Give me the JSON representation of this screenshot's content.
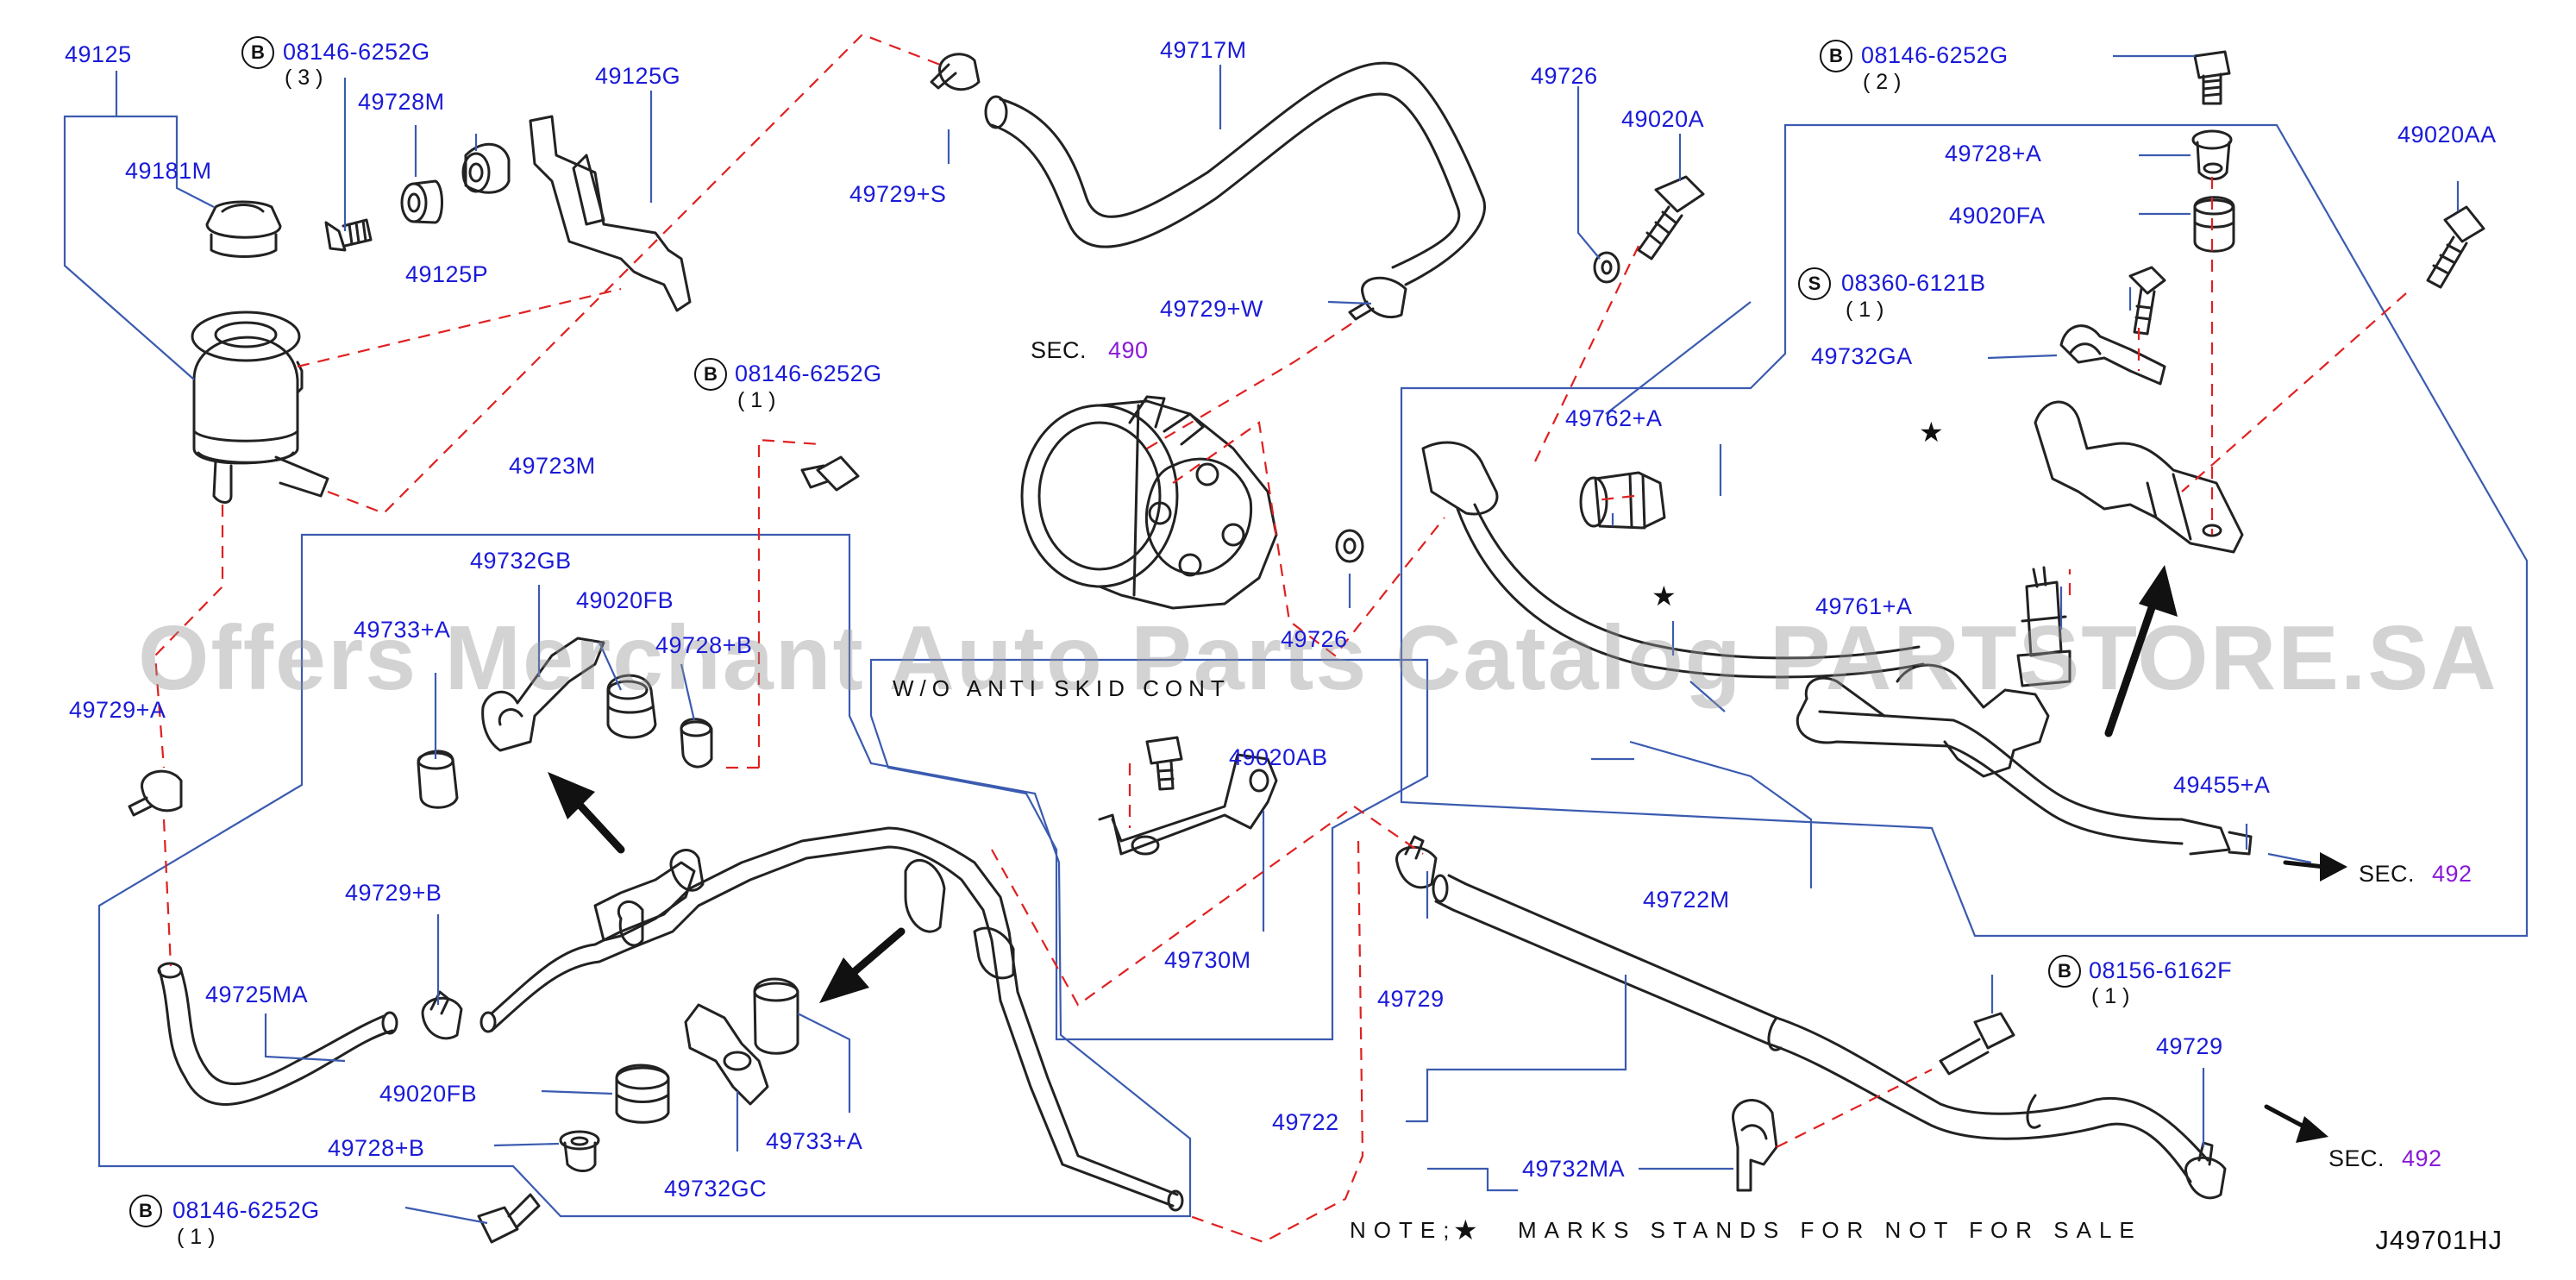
{
  "labels": {
    "p49125": "49125",
    "p49181M": "49181M",
    "p49728M": "49728M",
    "p49125P": "49125P",
    "p49125G": "49125G",
    "p49729S": "49729+S",
    "p49717M": "49717M",
    "p49726a": "49726",
    "p49020A": "49020A",
    "p49729W": "49729+W",
    "p49146b": "08146-6252G",
    "p49723M": "49723M",
    "p49732GB": "49732GB",
    "p49020FB": "49020FB",
    "p49733A": "49733+A",
    "p49728B_top": "49728+B",
    "p49729A": "49729+A",
    "p49726b": "49726",
    "p49762A": "49762+A",
    "p49761A": "49761+A",
    "p49455A": "49455+A",
    "p49722M": "49722M",
    "p49728A": "49728+A",
    "p49020FA": "49020FA",
    "p49020AA": "49020AA",
    "p08360": "08360-6121B",
    "p49732GA": "49732GA",
    "p49020AB": "49020AB",
    "p49730M": "49730M",
    "p49729B": "49729+B",
    "p49725MA": "49725MA",
    "p49020FB2": "49020FB",
    "p49728B": "49728+B",
    "p49733A2": "49733+A",
    "p49732GC": "49732GC",
    "p49729a": "49729",
    "p49729b": "49729",
    "p49722": "49722",
    "p49732MA": "49732MA",
    "p08156": "08156-6162F",
    "p08146_3": "08146-6252G",
    "p08146_2": "08146-6252G",
    "p08146_1b": "08146-6252G"
  },
  "qty": {
    "q3": "( 3 )",
    "q1a": "( 1 )",
    "q2": "( 2 )",
    "q1s": "( 1 )",
    "q1c": "( 1 )",
    "q1d": "( 1 )"
  },
  "circles": {
    "b": "B",
    "s": "S"
  },
  "sec": {
    "sec490_text": "SEC.",
    "sec490_num": "490",
    "sec492a_text": "SEC.",
    "sec492a_num": "492",
    "sec492b_text": "SEC.",
    "sec492b_num": "492"
  },
  "wo_text": "W/O  ANTI  SKID  CONT",
  "note": {
    "prefix": "NOTE;",
    "star": "★",
    "text": "MARKS STANDS FOR NOT FOR SALE"
  },
  "star_symbol": "★",
  "watermark": "Offers Merchant Auto Parts Catalog PARTSTORE.SA",
  "drawing_ref": "J49701HJ",
  "colors": {
    "label_blue": "#1a1ad8",
    "section_purple": "#8a1ad8",
    "leader_blue": "#3b5bb0",
    "dashed_red": "#e02020",
    "line_black": "#222222"
  }
}
